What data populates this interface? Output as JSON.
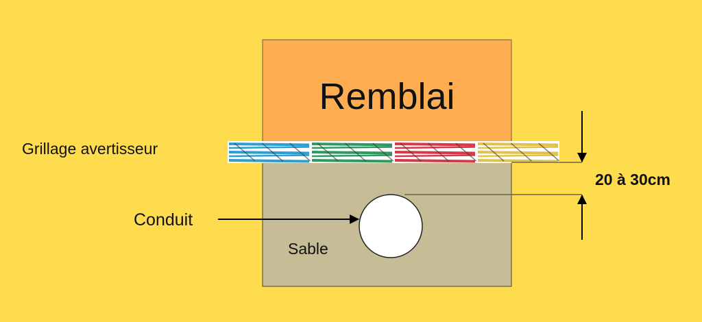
{
  "diagram": {
    "layers": {
      "backfill": {
        "label": "Remblai",
        "color": "#FFAD52"
      },
      "sand": {
        "label": "Sable",
        "color": "#C6BD97"
      }
    },
    "warning_mesh": {
      "label": "Grillage avertisseur",
      "strand_colors": [
        "#2E9FD3",
        "#2E9A62",
        "#D6394A",
        "#E2C24A"
      ]
    },
    "conduit": {
      "label": "Conduit",
      "color": "#FFFFFF"
    },
    "dimension": {
      "label": "20 à 30cm",
      "min_cm": 20,
      "max_cm": 30
    },
    "background_color": "#FFDB4E"
  }
}
